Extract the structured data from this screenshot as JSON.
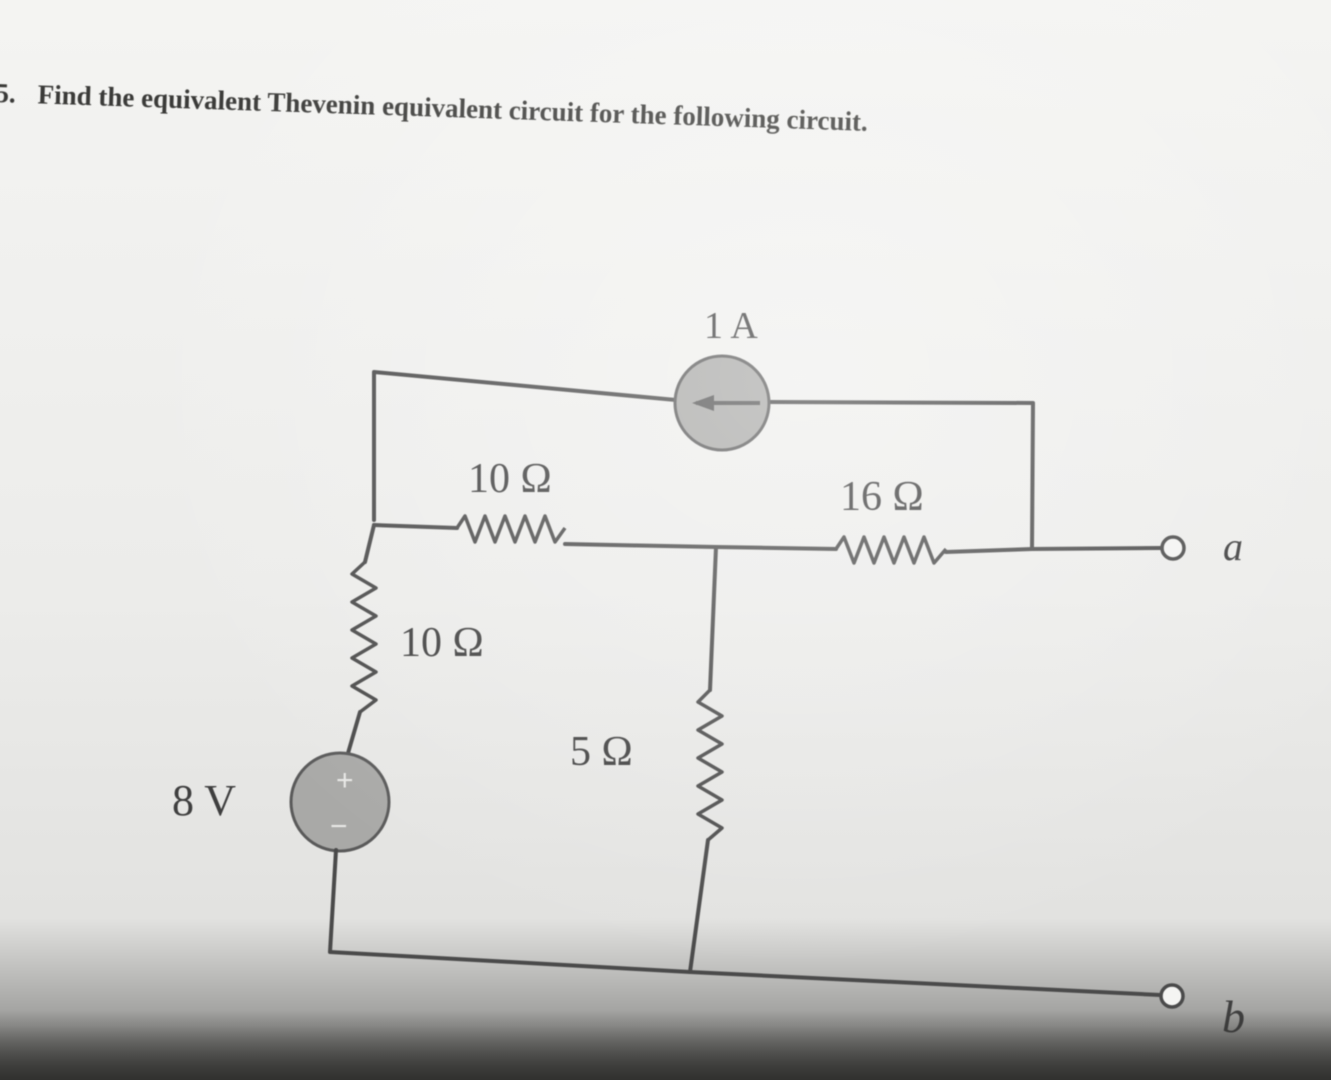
{
  "question": {
    "number": "5.",
    "text": "Find the equivalent Thevenin equivalent circuit for the following circuit."
  },
  "circuit": {
    "current_source": "1 A",
    "resistor_top_left": "10 Ω",
    "resistor_top_right": "16 Ω",
    "resistor_left_vertical": "10 Ω",
    "resistor_middle_vertical": "5 Ω",
    "voltage_source": "8 V",
    "voltage_plus": "+",
    "voltage_minus": "−",
    "terminal_a": "a",
    "terminal_b": "b"
  },
  "colors": {
    "paper": "#ececea",
    "ink": "#4a4a4a",
    "source_fill": "#a9a9a7"
  }
}
